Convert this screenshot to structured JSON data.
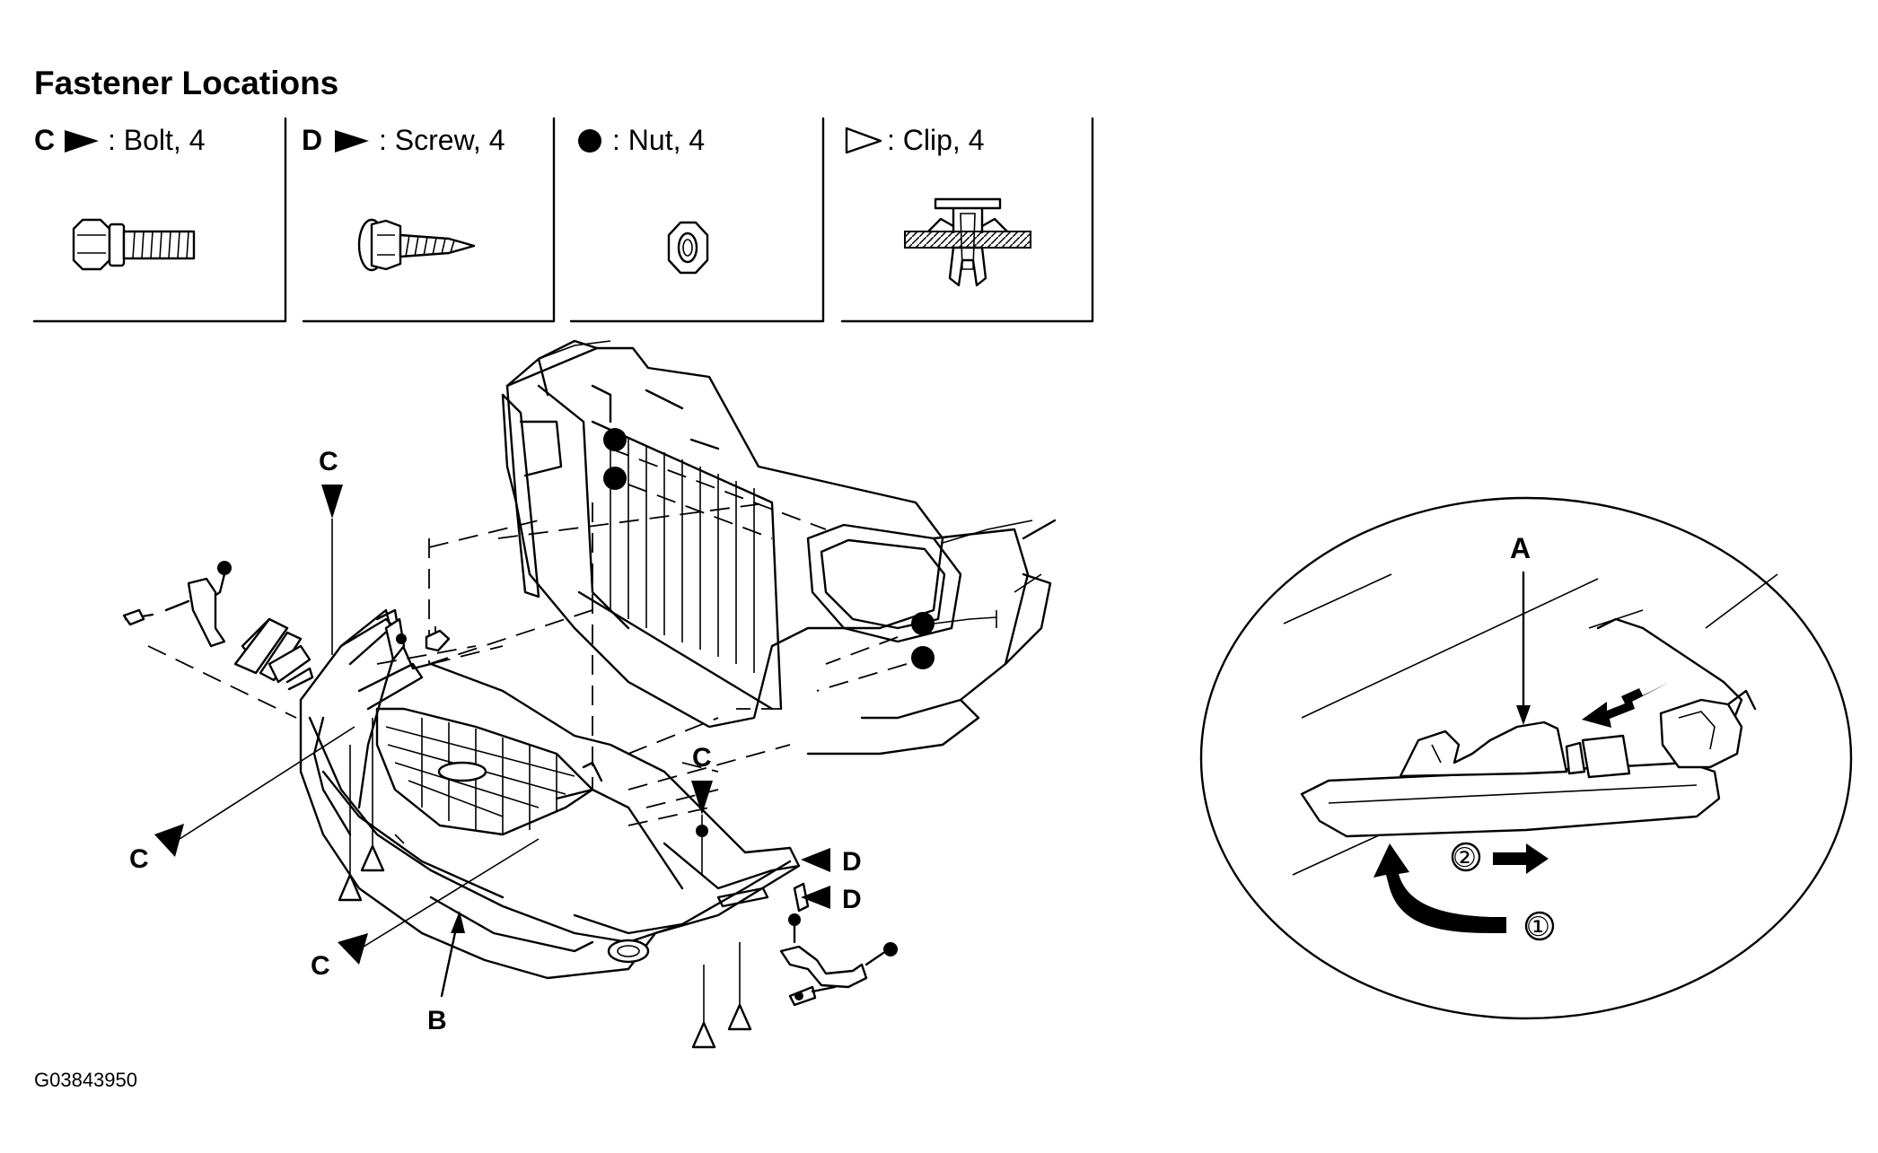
{
  "title": "Fastener Locations",
  "fasteners": [
    {
      "letter": "C",
      "symbol": "filled-triangle",
      "text": ": Bolt, 4"
    },
    {
      "letter": "D",
      "symbol": "filled-triangle",
      "text": ": Screw, 4"
    },
    {
      "letter": "",
      "symbol": "filled-circle",
      "text": ": Nut, 4"
    },
    {
      "letter": "",
      "symbol": "open-triangle",
      "text": ": Clip, 4"
    }
  ],
  "labels": {
    "c": "C",
    "d": "D",
    "a": "A",
    "b": "B",
    "step1": "①",
    "step2": "②"
  },
  "figure_code": "G03843950"
}
